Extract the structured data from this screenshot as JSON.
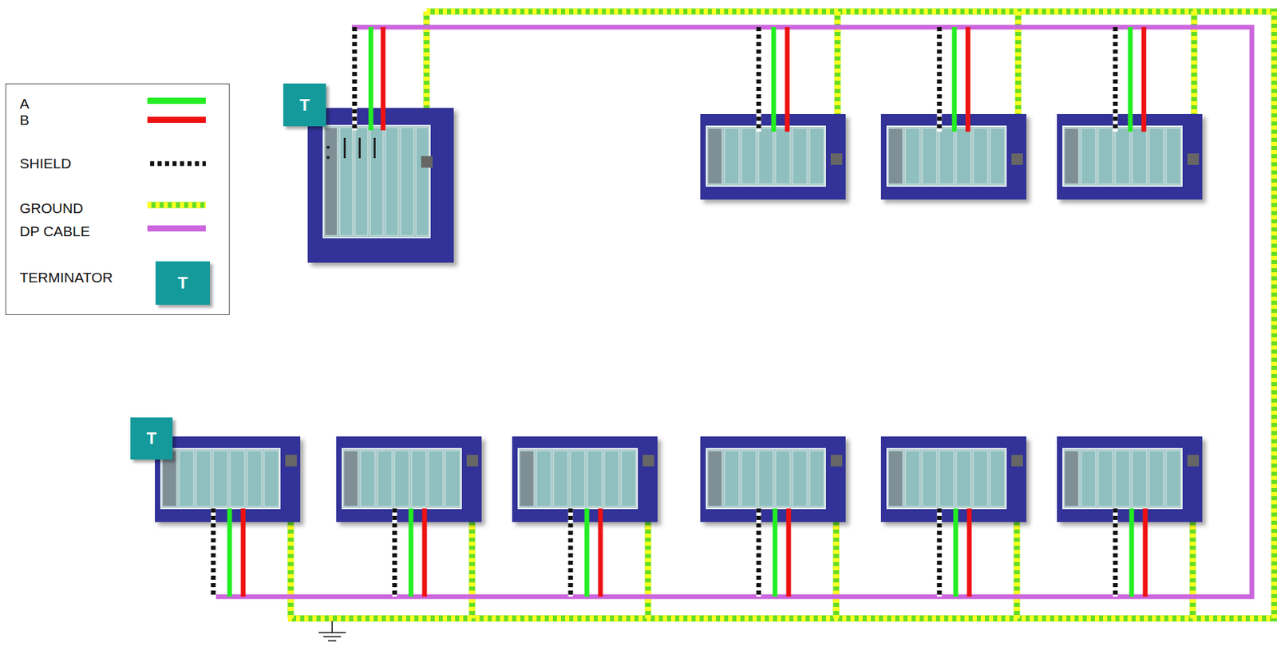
{
  "diagram": {
    "nodes": [
      {
        "text": [
          "T"
        ]
      },
      {
        "text": [
          "T"
        ]
      }
    ],
    "labels": [
      "T"
    ],
    "legend": [
      {
        "text": "A",
        "color": "#22ee22"
      },
      {
        "text": "B",
        "color": "#ee1111"
      },
      {
        "text": "SHIELD"
      },
      {
        "text": "GROUND"
      },
      {
        "text": "DP CABLE",
        "color": "#cc66dd"
      },
      {
        "text": "TERMINATOR"
      }
    ]
  }
}
